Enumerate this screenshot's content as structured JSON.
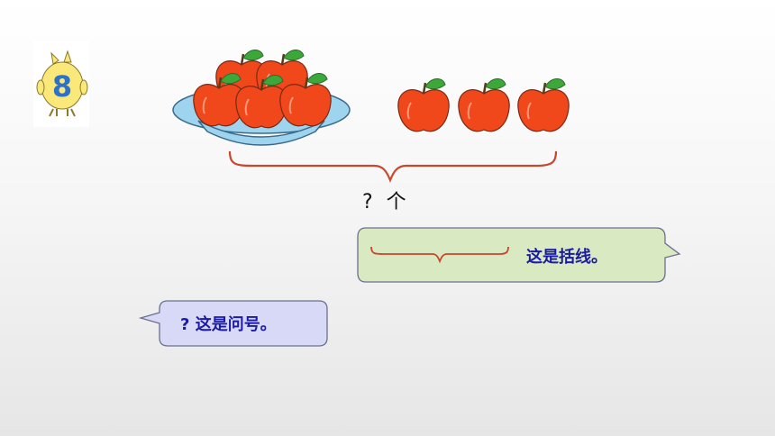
{
  "badge": {
    "number": "8"
  },
  "scene": {
    "question_label": "? 个"
  },
  "bubbles": {
    "bracket_note": "这是括线。",
    "question_mark": "?",
    "question_note": "这是问号。"
  },
  "colors": {
    "apple": "#f0471b",
    "plate": "#9fd4ef",
    "brace": "#c8472e",
    "bubble_green": "#d9eac3",
    "bubble_blue": "#d7d9f6",
    "text_blue": "#1a1aa6"
  }
}
